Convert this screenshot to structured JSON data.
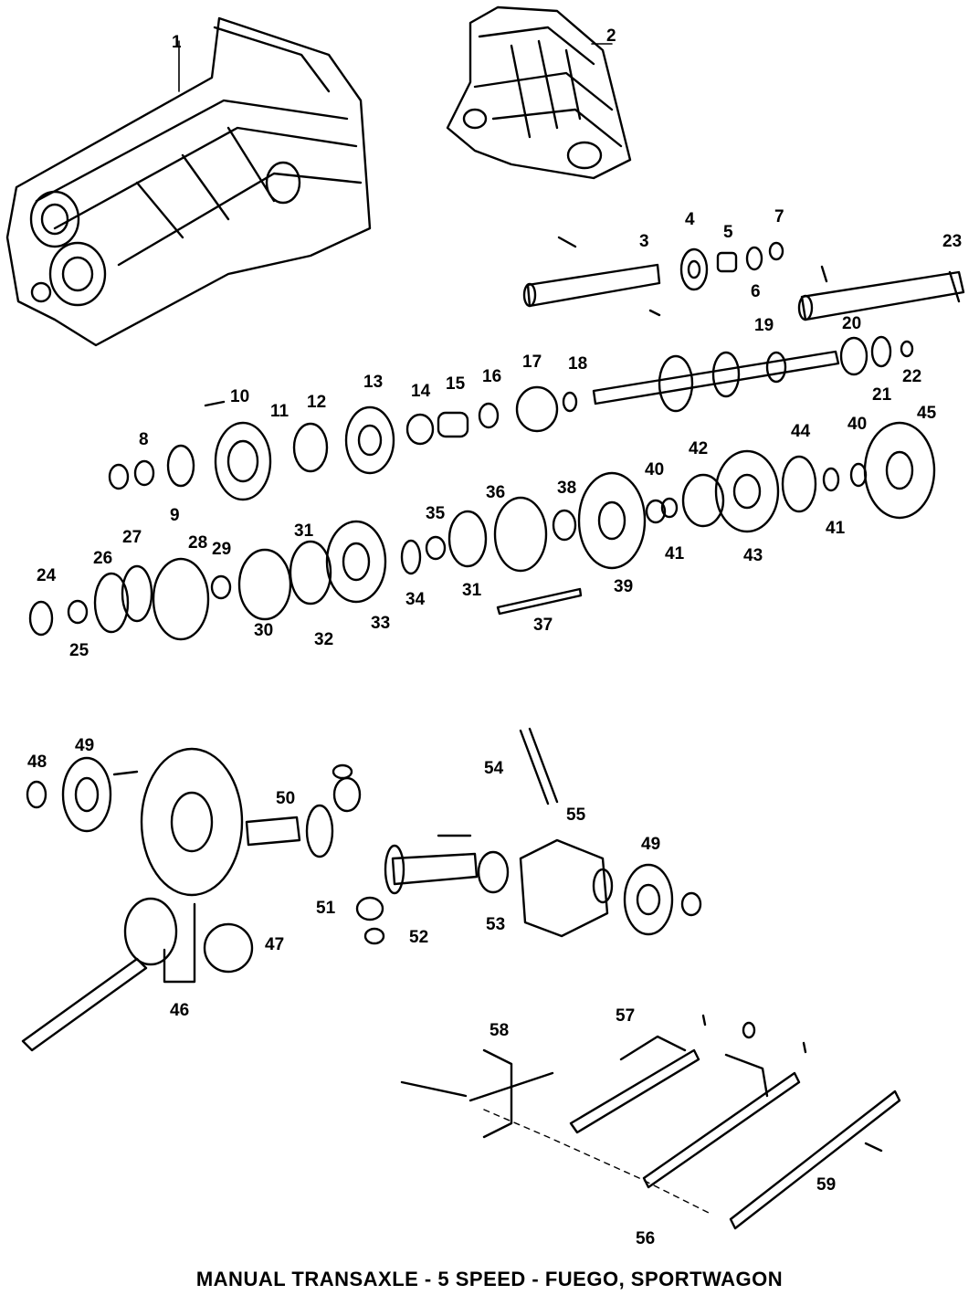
{
  "caption": "MANUAL TRANSAXLE - 5 SPEED - FUEGO, SPORTWAGON",
  "colors": {
    "ink": "#000000",
    "paper": "#ffffff"
  },
  "callouts": [
    "1",
    "2",
    "3",
    "4",
    "5",
    "6",
    "7",
    "23",
    "19",
    "20",
    "21",
    "22",
    "10",
    "11",
    "12",
    "13",
    "14",
    "15",
    "16",
    "17",
    "18",
    "8",
    "9",
    "45",
    "44",
    "40",
    "40",
    "41",
    "41",
    "42",
    "43",
    "36",
    "38",
    "39",
    "35",
    "34",
    "31",
    "31",
    "33",
    "32",
    "37",
    "24",
    "25",
    "26",
    "27",
    "28",
    "29",
    "30",
    "49",
    "49",
    "48",
    "50",
    "54",
    "55",
    "51",
    "52",
    "53",
    "47",
    "46",
    "58",
    "57",
    "56",
    "59"
  ],
  "parts": [
    "transaxle-case",
    "rear-housing",
    "primary-shaft",
    "secondary-shaft",
    "differential",
    "shift-forks"
  ]
}
